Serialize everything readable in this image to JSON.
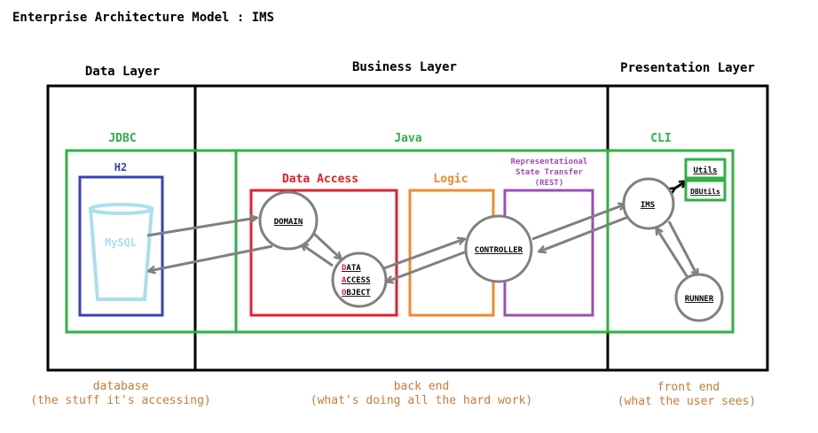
{
  "title": "Enterprise Architecture Model : IMS",
  "layers": {
    "data": "Data Layer",
    "business": "Business Layer",
    "presentation": "Presentation Layer"
  },
  "groups": {
    "jdbc": "JDBC",
    "java": "Java",
    "cli": "CLI",
    "h2": "H2",
    "data_access": "Data Access",
    "logic": "Logic",
    "rest_line1": "Representational",
    "rest_line2": "State Transfer",
    "rest_line3": "(REST)"
  },
  "nodes": {
    "mysql": "MySQL",
    "domain": "DOMAIN",
    "dao_1_first": "D",
    "dao_1_rest": "ATA",
    "dao_2_first": "A",
    "dao_2_rest": "CCESS",
    "dao_3_first": "O",
    "dao_3_rest": "BJECT",
    "controller": "CONTROLLER",
    "ims": "IMS",
    "runner": "RUNNER",
    "utils": "Utils",
    "dbutils": "DBUtils"
  },
  "captions": {
    "data_1": "database",
    "data_2": "(the stuff it's accessing)",
    "business_1": "back end",
    "business_2": "(what's doing all the hard work)",
    "presentation_1": "front end",
    "presentation_2": "(what the user sees)"
  },
  "colors": {
    "layer_border": "#000000",
    "green": "#2fb144",
    "blue": "#3a40b8",
    "mysql": "#a9dfee",
    "red": "#e2212a",
    "orange": "#f08b2d",
    "purple": "#9b4fb5",
    "arrow": "#808080",
    "caption": "#c87a3c"
  }
}
